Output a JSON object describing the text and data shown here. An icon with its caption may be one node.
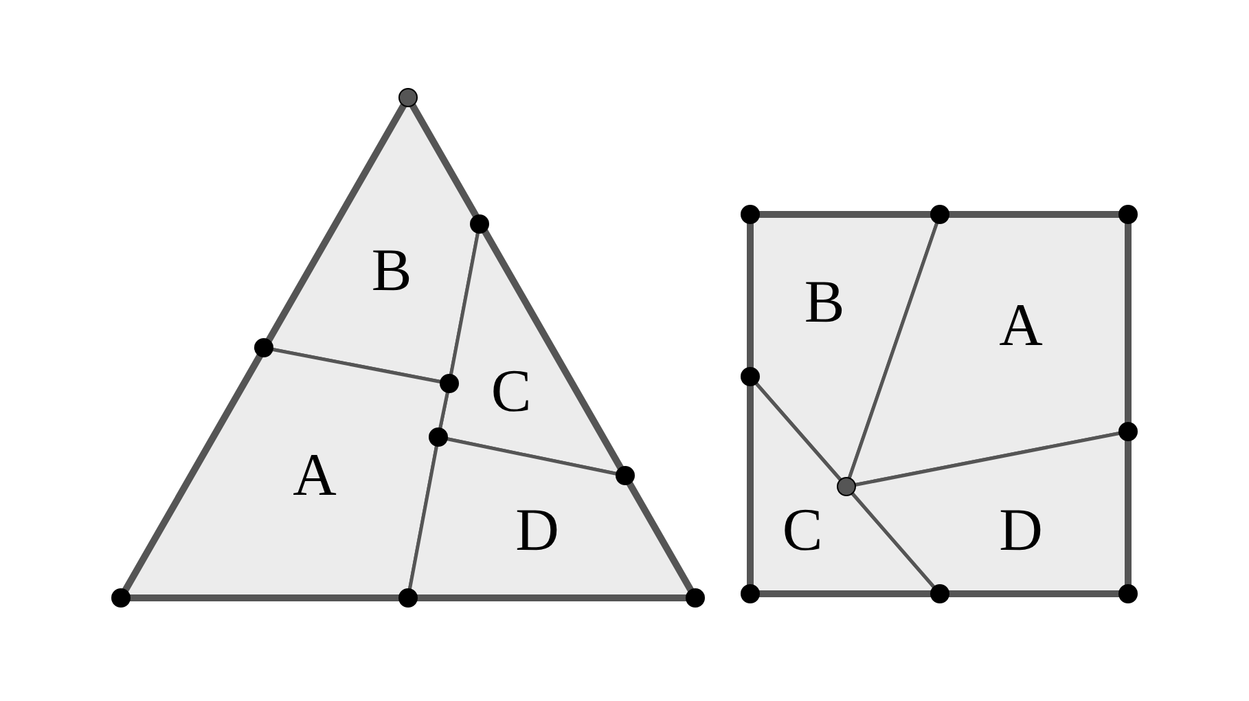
{
  "diagram": {
    "nodes": [
      {
        "text": [
          "B"
        ]
      },
      {
        "text": [
          "C"
        ]
      },
      {
        "text": [
          "A"
        ]
      },
      {
        "text": [
          "D"
        ]
      },
      {
        "text": [
          "B"
        ]
      },
      {
        "text": [
          "A"
        ]
      },
      {
        "text": [
          "C"
        ]
      },
      {
        "text": [
          "D"
        ]
      }
    ]
  }
}
